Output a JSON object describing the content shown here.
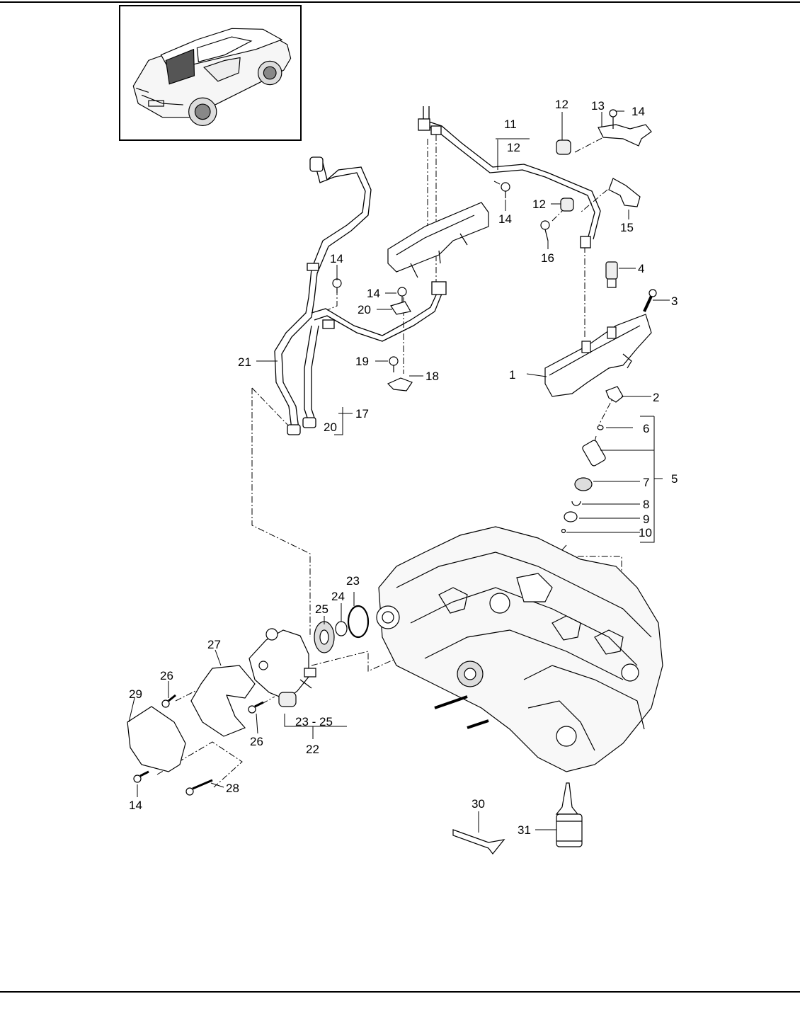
{
  "callouts": {
    "c1": "1",
    "c2": "2",
    "c3": "3",
    "c4": "4",
    "c5": "5",
    "c6": "6",
    "c7": "7",
    "c8": "8",
    "c9": "9",
    "c10": "10",
    "c11": "11",
    "c12a": "12",
    "c12b": "12",
    "c12c": "12",
    "c13": "13",
    "c14a": "14",
    "c14b": "14",
    "c14c": "14",
    "c14d": "14",
    "c14e": "14",
    "c15": "15",
    "c16": "16",
    "c17": "17",
    "c18": "18",
    "c19": "19",
    "c20a": "20",
    "c20b": "20",
    "c21": "21",
    "c22": "22",
    "c23": "23",
    "c23_25": "23 - 25",
    "c24": "24",
    "c25": "25",
    "c26a": "26",
    "c26b": "26",
    "c27": "27",
    "c28": "28",
    "c29": "29",
    "c30": "30",
    "c31": "31"
  },
  "colors": {
    "line": "#000000",
    "paper": "#ffffff",
    "shade": "#d8d8d8"
  }
}
